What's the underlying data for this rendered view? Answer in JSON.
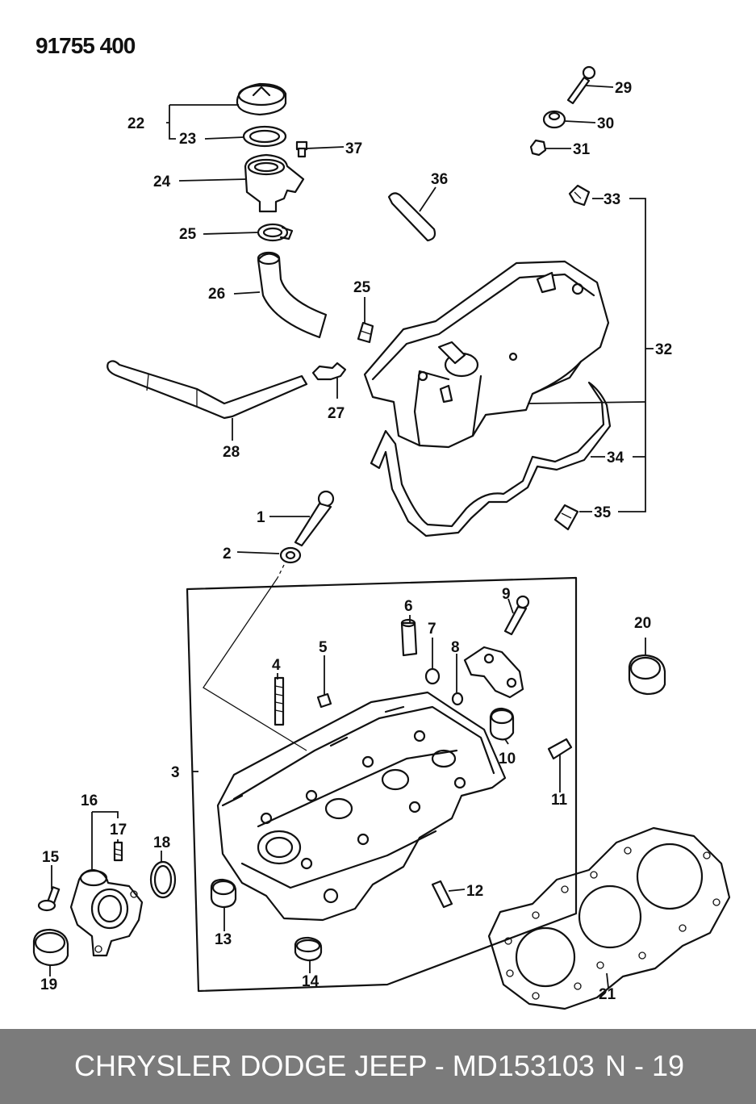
{
  "diagram": {
    "code": "91755 400",
    "callouts": [
      "1",
      "2",
      "3",
      "4",
      "5",
      "6",
      "7",
      "8",
      "9",
      "10",
      "11",
      "12",
      "13",
      "14",
      "15",
      "16",
      "17",
      "18",
      "19",
      "20",
      "21",
      "22",
      "23",
      "24",
      "25",
      "25",
      "26",
      "27",
      "28",
      "29",
      "30",
      "31",
      "32",
      "33",
      "34",
      "35",
      "36",
      "37"
    ]
  },
  "footer": {
    "title": "CHRYSLER DODGE JEEP - MD153103",
    "page": "N - 19"
  },
  "colors": {
    "footer_background": "#7b7b7b",
    "footer_text": "#ffffff",
    "line_art": "#111111"
  }
}
